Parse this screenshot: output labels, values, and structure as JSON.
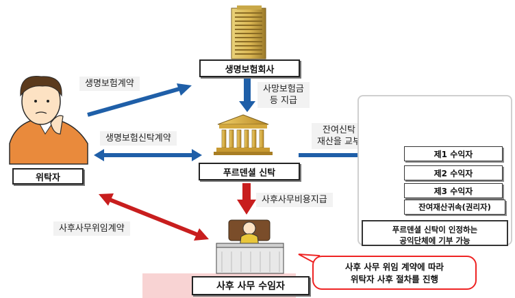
{
  "nodes": {
    "insurer": "생명보험회사",
    "trustor": "위탁자",
    "trust": "푸르덴셜 신탁",
    "executor": "사후 사무 수임자"
  },
  "arrows": {
    "life_insurance_contract": "생명보험계약",
    "insurance_trust_contract": "생명보험신탁계약",
    "death_benefit_line1": "사망보험금",
    "death_benefit_line2": "등 지급",
    "residual_line1": "잔여신탁",
    "residual_line2": "재산을 교부",
    "posthumous_fee": "사후사무비용지급",
    "posthumous_contract": "사후사무위임계약"
  },
  "beneficiaries": [
    "제1 수익자",
    "제2 수익자",
    "제3 수익자",
    "잔여재산귀속(권리자)"
  ],
  "panel_note": {
    "line1": "푸르덴셜 신탁이 인정하는",
    "line2": "공익단체에 기부 가능"
  },
  "callout": {
    "line1": "사후 사무 위임 계약에 따라",
    "line2": "위탁자 사후 절차를 진행"
  },
  "colors": {
    "blue_arrow": "#1f5fa8",
    "red_arrow": "#c81e1e",
    "light_blue_connector": "#9cc7ea",
    "callout_border": "#e22222",
    "pink_strip": "#f8d3d3"
  }
}
